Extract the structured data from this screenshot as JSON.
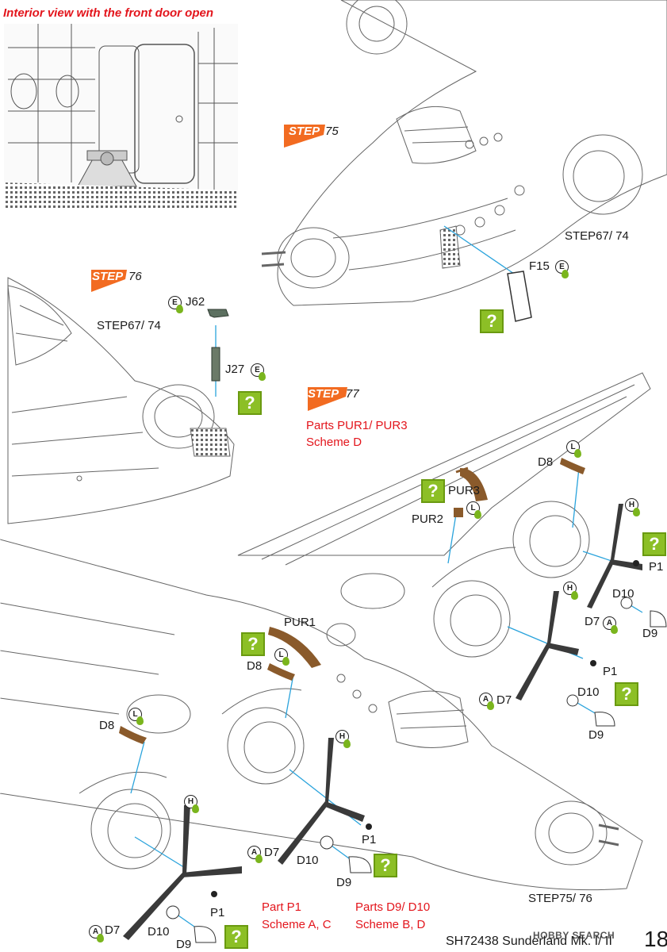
{
  "header": {
    "interior_caption": "Interior view with the front door open"
  },
  "steps": [
    {
      "word": "STEP",
      "number": "75"
    },
    {
      "word": "STEP",
      "number": "76"
    },
    {
      "word": "STEP",
      "number": "77"
    }
  ],
  "references": {
    "step67_74_top": "STEP67/ 74",
    "step67_74_left": "STEP67/ 74",
    "step75_76": "STEP75/ 76"
  },
  "scheme_notes": {
    "pur_parts": "Parts PUR1/ PUR3",
    "pur_scheme": "Scheme D",
    "p1_parts": "Part P1",
    "p1_scheme": "Scheme A, C",
    "d9_parts": "Parts D9/ D10",
    "d9_scheme": "Scheme B, D"
  },
  "parts": {
    "f15": "F15",
    "j62": "J62",
    "j27": "J27",
    "pur1": "PUR1",
    "pur2": "PUR2",
    "pur3": "PUR3",
    "d7": "D7",
    "d8": "D8",
    "d9": "D9",
    "d10": "D10",
    "p1": "P1"
  },
  "sprue_letters": {
    "e": "E",
    "l": "L",
    "h": "H",
    "a": "A"
  },
  "question_mark": "?",
  "footer": {
    "title": "SH72438 Sunderland Mk. I/ II",
    "page": "18",
    "watermark": "HOBBY SEARCH"
  },
  "colors": {
    "step_orange": "#f26b21",
    "scheme_red": "#e3151c",
    "question_green": "#8cbf26",
    "leader_blue": "#2aa3dc",
    "propeller": "#3a3a3a",
    "exhaust_brown": "#8a5a2b",
    "part_green": "#5c7060"
  }
}
